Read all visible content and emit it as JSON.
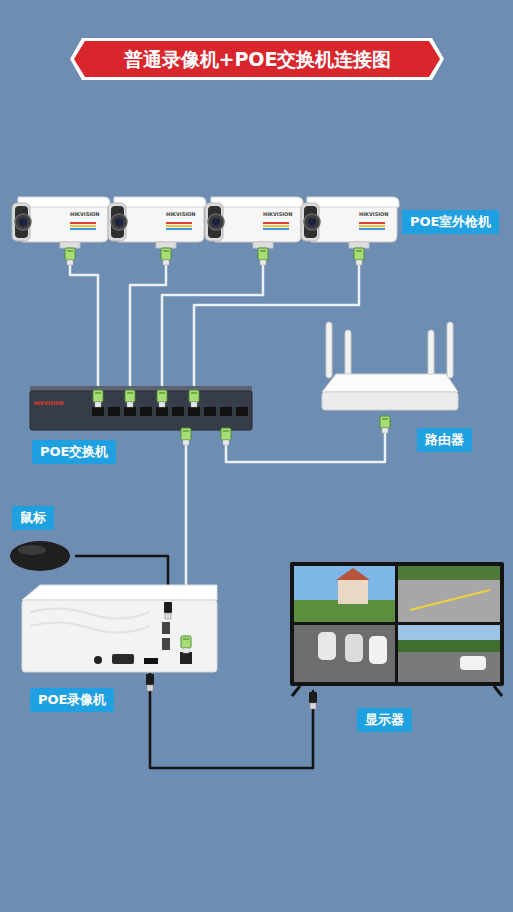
{
  "diagram": {
    "title": "普通录像机+POE交换机连接图",
    "nodes": [
      {
        "text": [
          "POE室外枪机"
        ]
      },
      {
        "text": [
          "POE交换机"
        ]
      },
      {
        "text": [
          "路由器"
        ]
      },
      {
        "text": [
          "鼠标"
        ]
      },
      {
        "text": [
          "POE录像机"
        ]
      },
      {
        "text": [
          "显示器"
        ]
      }
    ],
    "edges": [
      {
        "from": 0,
        "to": 1,
        "arrow": "none"
      },
      {
        "from": 0,
        "to": 1,
        "arrow": "none"
      },
      {
        "from": 0,
        "to": 1,
        "arrow": "none"
      },
      {
        "from": 0,
        "to": 1,
        "arrow": "none"
      },
      {
        "from": 1,
        "to": 2,
        "arrow": "none"
      },
      {
        "from": 1,
        "to": 4,
        "arrow": "none"
      },
      {
        "from": 3,
        "to": 4,
        "arrow": "none"
      },
      {
        "from": 4,
        "to": 5,
        "arrow": "none"
      }
    ],
    "labels": [
      "HIKVISION",
      "HIKVISION",
      "HIKVISION",
      "HIKVISION",
      "HIKVISION"
    ]
  }
}
